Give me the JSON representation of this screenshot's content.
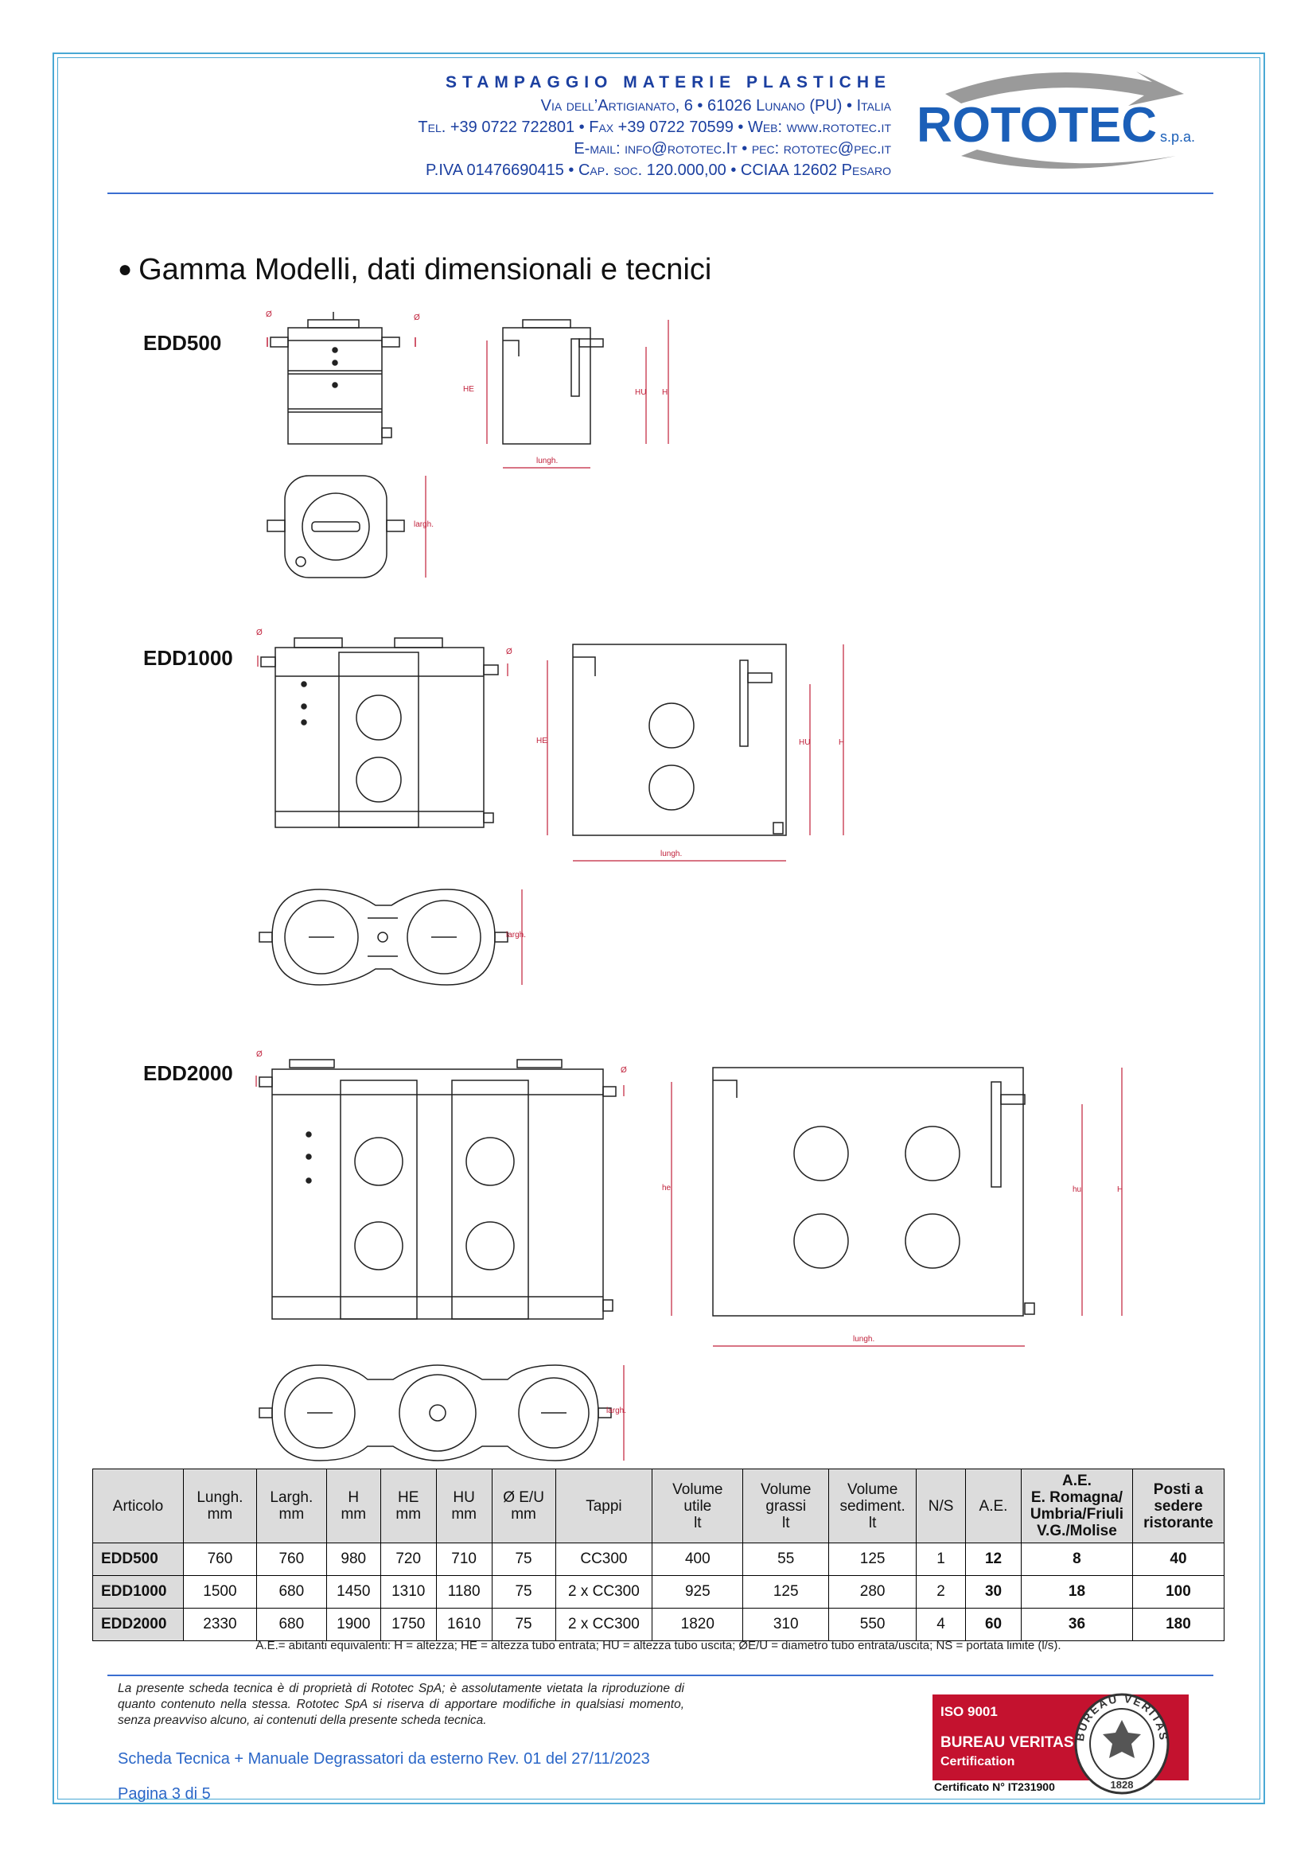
{
  "header": {
    "tagline": "STAMPAGGIO MATERIE PLASTICHE",
    "address": "Via dell’Artigianato, 6 • 61026 Lunano (PU) • Italia",
    "contacts": "Tel. +39 0722 722801 • Fax +39 0722 70599 • Web: www.rototec.it",
    "emails": "E-mail: info@rototec.It • pec: rototec@pec.it",
    "company_info": "P.IVA 01476690415 • Cap. soc. 120.000,00 • CCIAA 12602 Pesaro"
  },
  "logo": {
    "name": "ROTOTEC",
    "suffix": "s.p.a.",
    "primary_color": "#1b5fb8",
    "swoosh_color": "#9a9a9a"
  },
  "section_title": "Gamma Modelli, dati dimensionali e tecnici",
  "models": {
    "edd500": "EDD500",
    "edd1000": "EDD1000",
    "edd2000": "EDD2000"
  },
  "dimension_labels": {
    "phi": "Ø",
    "he": "HE",
    "hu": "HU",
    "h": "H",
    "he_lower": "he",
    "hu_lower": "hu",
    "lungh": "lungh.",
    "largh": "largh."
  },
  "table": {
    "headers": [
      [
        "Articolo"
      ],
      [
        "Lungh.",
        "mm"
      ],
      [
        "Largh.",
        "mm"
      ],
      [
        "H",
        "mm"
      ],
      [
        "HE",
        "mm"
      ],
      [
        "HU",
        "mm"
      ],
      [
        "Ø E/U",
        "mm"
      ],
      [
        "Tappi"
      ],
      [
        "Volume",
        "utile",
        "lt"
      ],
      [
        "Volume",
        "grassi",
        "lt"
      ],
      [
        "Volume",
        "sediment.",
        "lt"
      ],
      [
        "N/S"
      ],
      [
        "A.E."
      ],
      [
        "A.E.",
        "E. Romagna/",
        "Umbria/Friuli",
        "V.G./Molise"
      ],
      [
        "Posti a",
        "sedere",
        "ristorante"
      ]
    ],
    "rows": [
      [
        "EDD500",
        "760",
        "760",
        "980",
        "720",
        "710",
        "75",
        "CC300",
        "400",
        "55",
        "125",
        "1",
        "12",
        "8",
        "40"
      ],
      [
        "EDD1000",
        "1500",
        "680",
        "1450",
        "1310",
        "1180",
        "75",
        "2 x CC300",
        "925",
        "125",
        "280",
        "2",
        "30",
        "18",
        "100"
      ],
      [
        "EDD2000",
        "2330",
        "680",
        "1900",
        "1750",
        "1610",
        "75",
        "2 x CC300",
        "1820",
        "310",
        "550",
        "4",
        "60",
        "36",
        "180"
      ]
    ]
  },
  "legend": "A.E.= abitanti equivalenti: H = altezza; HE = altezza tubo entrata; HU = altezza tubo uscita;  ØE/U = diametro tubo entrata/uscita; NS = portata limite (l/s).",
  "footer": {
    "disclaimer": "La presente scheda tecnica è di proprietà di Rototec SpA; è assolutamente vietata la riproduzione di quanto contenuto nella stessa. Rototec SpA si riserva di apportare modifiche in qualsiasi momento, senza preavviso alcuno, ai contenuti della presente scheda tecnica.",
    "doc_ref": "Scheda Tecnica + Manuale Degrassatori da esterno  Rev. 01 del 27/11/2023",
    "page": "Pagina 3 di 5"
  },
  "certification": {
    "iso": "ISO 9001",
    "body": "BUREAU VERITAS",
    "cert_word": "Certification",
    "number": "Certificato N° IT231900",
    "seal_top": "BUREAU VERITAS",
    "seal_year": "1828",
    "color": "#c4122f"
  },
  "colors": {
    "header_blue": "#1b3fa0",
    "frame_blue": "#49a8d4",
    "dimension_red": "#c0203a",
    "link_blue": "#2b67c8"
  }
}
